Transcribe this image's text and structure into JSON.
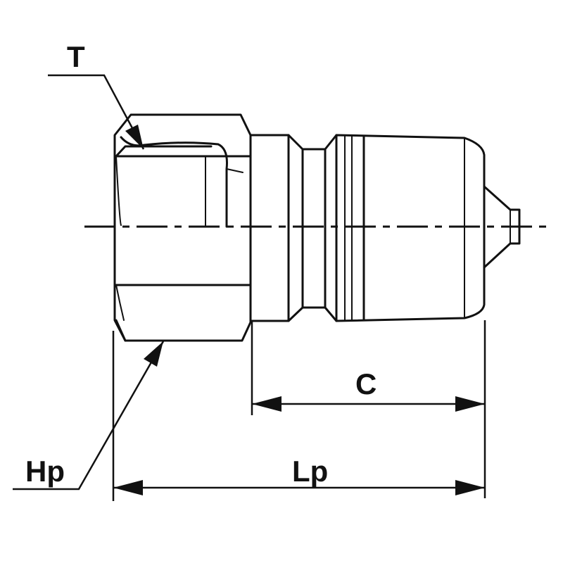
{
  "labels": {
    "thread": "T",
    "hex_size": "Hp",
    "total_length": "Lp",
    "body_length": "C"
  }
}
